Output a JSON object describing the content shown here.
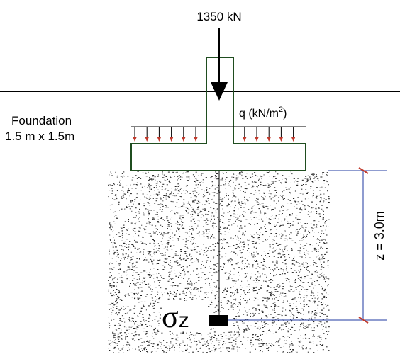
{
  "load": {
    "label": "1350 kN"
  },
  "pressure": {
    "label": "q (kN/m",
    "unit_sup": "2",
    "unit_close": ")"
  },
  "foundation": {
    "line1": "Foundation",
    "line2": "1.5 m x 1.5m"
  },
  "depth": {
    "label": "z = 3.0m"
  },
  "stress": {
    "sigma": "σ",
    "sub": "z"
  },
  "colors": {
    "line": "#000000",
    "footing_outline": "#1f4d1f",
    "pressure_arrows": "#c0392b",
    "dimension_line": "#1f3aa0",
    "soil_dots": "#222222"
  }
}
